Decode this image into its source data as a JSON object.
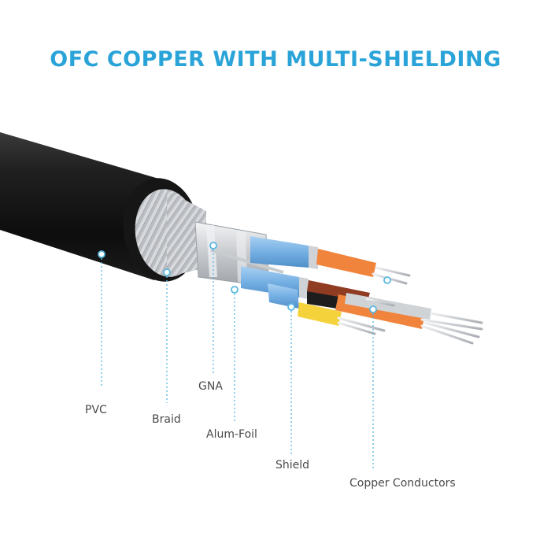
{
  "title": "OFC COPPER WITH MULTI-SHIELDING",
  "colors": {
    "title": "#2aa4d8",
    "leader": "#58b8e0",
    "jacket": "#151515",
    "foil_blue": "#7ab4e6",
    "orange": "#f0843c",
    "yellow": "#f4d23c",
    "copper_strand": "#cfd2d6"
  },
  "labels": {
    "pvc": "PVC",
    "braid": "Braid",
    "gna": "GNA",
    "alum_foil": "Alum-Foil",
    "shield": "Shield",
    "copper": "Copper Conductors"
  },
  "icons": [
    "cable-illustration",
    "leader-dot"
  ]
}
